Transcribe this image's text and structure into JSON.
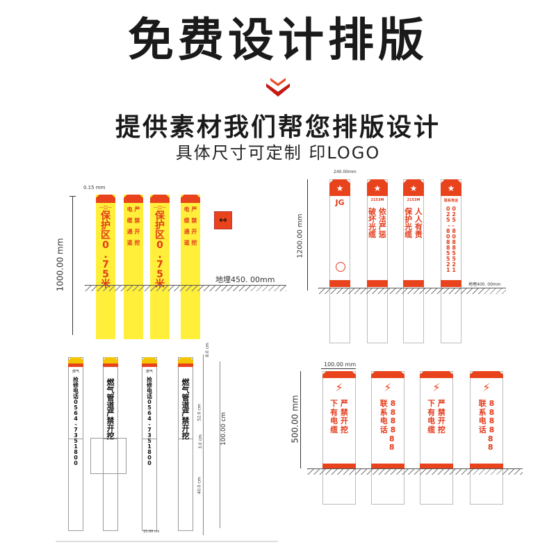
{
  "header": {
    "title": "免费设计排版",
    "subtitle": "提供素材我们帮您排版设计",
    "note": "具体尺寸可定制 印LOGO"
  },
  "panel_a": {
    "height_dim": "1000.00 mm",
    "small_dim": "0.15 mm",
    "burial": "地埋450. 00mm",
    "arrow": "↔",
    "posts": [
      {
        "top_label": "一口一",
        "text": "保\n护\n区\n0\n.\n7\n5\n米"
      },
      {
        "top_label": "",
        "text": "电 严\n\n缆 禁\n\n通 开\n\n道 挖"
      },
      {
        "top_label": "一口一",
        "text": "保\n护\n区\n0\n.\n7\n5\n米"
      },
      {
        "top_label": "",
        "text": "电 严\n\n缆 禁\n\n通 开\n\n道 挖"
      }
    ]
  },
  "panel_b": {
    "height_dim": "1200.00 mm",
    "width_dim": "240.00mm",
    "burial": "地埋400. 00mm",
    "posts": [
      {
        "small": "JG",
        "text": "",
        "circle": true
      },
      {
        "small": "2153M",
        "text": "破 依\n坏 法\n光 严\n缆 惩",
        "circle": false
      },
      {
        "small": "2153M",
        "text": "保 人\n护 人\n光 有\n缆 责",
        "circle": false
      },
      {
        "small": "联系电话",
        "text": "0 0\n2 2\n5 5\n- -\n8 8\n0 0\n8 8\n8 8\n5 5\n5 5\n2 2\n1 1",
        "circle": false
      }
    ]
  },
  "panel_c": {
    "width_dim": "15.00 cm",
    "dim_52": "52.0 cm",
    "dim_3": "3.0 cm",
    "dim_40": "40.0 cm",
    "dim_100": "100.00 cm",
    "dim_8": "8.0 cm",
    "posts": [
      {
        "logo": "燃气",
        "text": "抢\n修\n电\n话\n0\n5\n6\n4\n-\n7\n3\n5\n1\n8\n0\n0"
      },
      {
        "logo": "",
        "text": "燃\n气\n管\n道\n严\n禁\n开\n挖"
      },
      {
        "logo": "燃气",
        "text": "抢\n修\n电\n话\n0\n5\n6\n4\n-\n7\n3\n5\n1\n8\n0\n0"
      },
      {
        "logo": "",
        "text": "燃\n气\n管\n道\n严\n禁\n开\n挖"
      }
    ]
  },
  "panel_d": {
    "width_dim": "100.00 mm",
    "height_dim": "500.00 mm",
    "posts": [
      {
        "text": "下 严\n有 禁\n电 开\n缆 挖"
      },
      {
        "text": "联 8\n系 8\n电 8\n话 8\n   8\n   8"
      },
      {
        "text": "下 严\n有 禁\n电 开\n缆 挖"
      },
      {
        "text": "联 8\n系 8\n电 8\n话 8\n   8\n   8"
      }
    ]
  },
  "colors": {
    "accent": "#e8431c",
    "yellow": "#ffef3a",
    "red_text": "#e23b1b",
    "dark_red": "#b02010"
  }
}
